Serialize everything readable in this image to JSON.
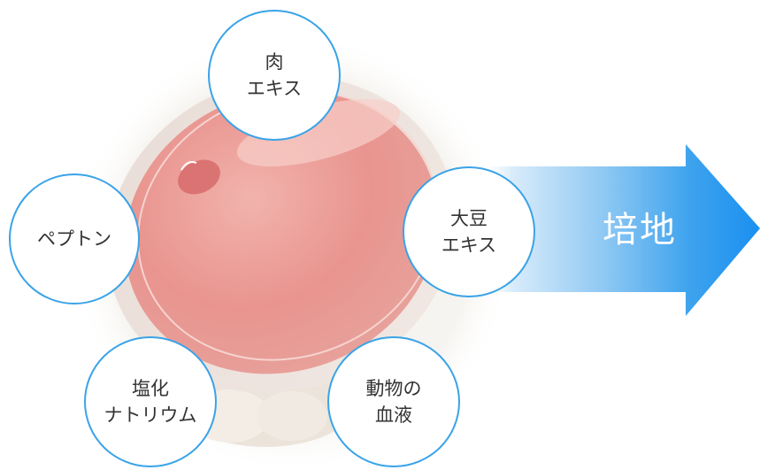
{
  "arrow": {
    "label": "培地",
    "color_start": "#ffffff",
    "color_end": "#1a8ff0"
  },
  "ingredients": [
    {
      "line1": "肉",
      "line2": "エキス"
    },
    {
      "line1": "ペプトン",
      "line2": ""
    },
    {
      "line1": "大豆",
      "line2": "エキス"
    },
    {
      "line1": "塩化",
      "line2": "ナトリウム"
    },
    {
      "line1": "動物の",
      "line2": "血液"
    }
  ],
  "colors": {
    "bubble_border": "#3aa3e8",
    "dish_medium": "#e58e8a"
  }
}
